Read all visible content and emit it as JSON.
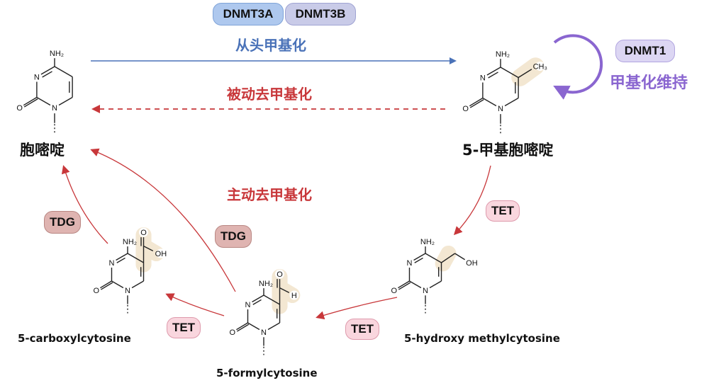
{
  "enzymes": {
    "dnmt3a": "DNMT3A",
    "dnmt3b": "DNMT3B",
    "dnmt1": "DNMT1",
    "tet": "TET",
    "tdg": "TDG"
  },
  "processes": {
    "de_novo": "从头甲基化",
    "passive": "被动去甲基化",
    "active": "主动去甲基化",
    "maintenance": "甲基化维持"
  },
  "molecules": {
    "cytosine": "胞嘧啶",
    "methylcytosine": "5-甲基胞嘧啶",
    "carboxylcytosine": "5-carboxylcytosine",
    "formylcytosine": "5-formylcytosine",
    "hydroxymethylcytosine": "5-hydroxy methylcytosine"
  },
  "atoms": {
    "n": "N",
    "o": "O",
    "nh2": "NH₂",
    "ch3": "CH₃",
    "oh": "OH",
    "h": "H"
  },
  "colors": {
    "blue": "#4a72b8",
    "red": "#c8373a",
    "purple": "#8a66d0",
    "highlight": "#f3e7d2",
    "tet_fill": "#f9d6de",
    "tdg_fill": "#dfb4b1"
  }
}
